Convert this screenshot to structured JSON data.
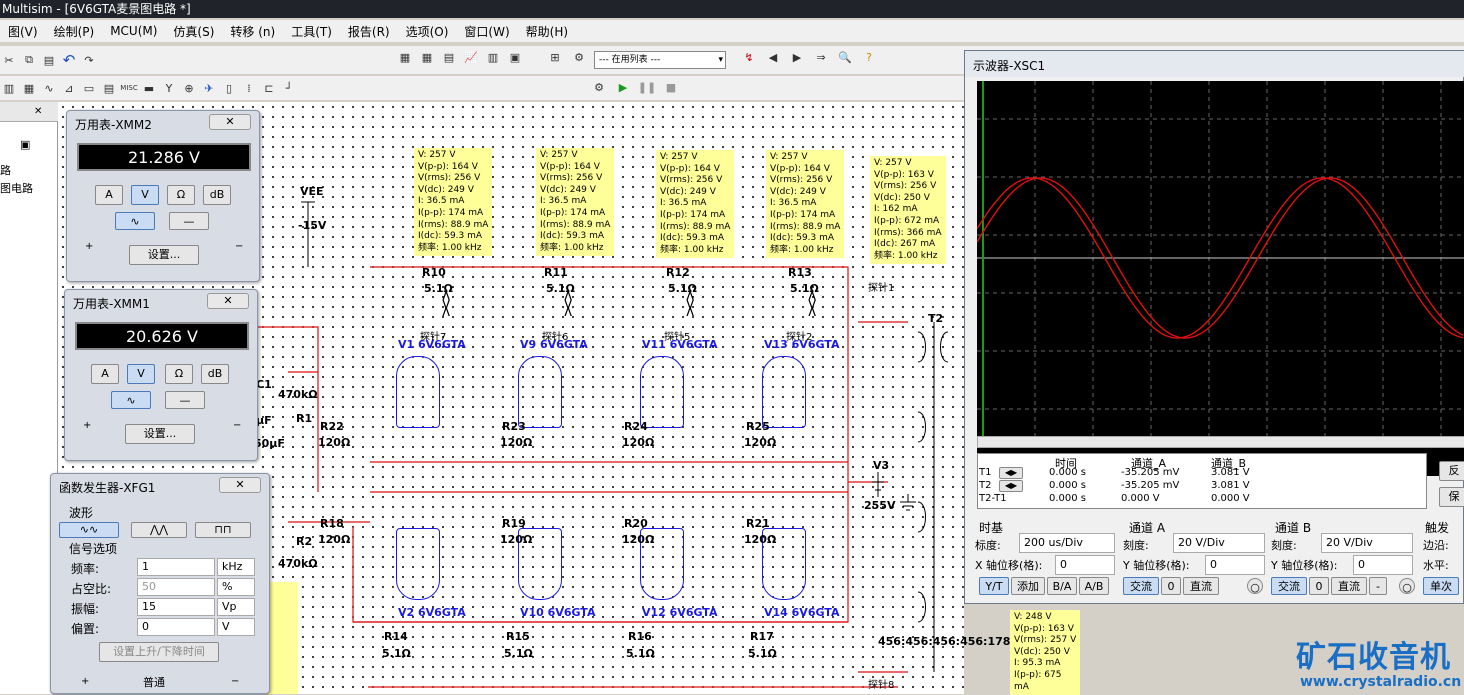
{
  "app_title": "Multisim - [6V6GTA麦景图电路 *]",
  "menu": [
    "图(V)",
    "绘制(P)",
    "MCU(M)",
    "仿真(S)",
    "转移 (n)",
    "工具(T)",
    "报告(R)",
    "选项(O)",
    "窗口(W)",
    "帮助(H)"
  ],
  "inuse_list": "--- 在用列表 ---",
  "left_panel": [
    "路",
    "图电路"
  ],
  "xmm2": {
    "title": "万用表-XMM2",
    "reading": "21.286 V",
    "modes": [
      "A",
      "V",
      "Ω",
      "dB"
    ],
    "settings": "设置..."
  },
  "xmm1": {
    "title": "万用表-XMM1",
    "reading": "20.626 V",
    "modes": [
      "A",
      "V",
      "Ω",
      "dB"
    ],
    "settings": "设置..."
  },
  "xfg1": {
    "title": "函数发生器-XFG1",
    "waveform_label": "波形",
    "signal_label": "信号选项",
    "fields": [
      {
        "label": "频率:",
        "value": "1",
        "unit": "kHz"
      },
      {
        "label": "占空比:",
        "value": "50",
        "unit": "%"
      },
      {
        "label": "振幅:",
        "value": "15",
        "unit": "Vp"
      },
      {
        "label": "偏置:",
        "value": "0",
        "unit": "V"
      }
    ],
    "rise_fall": "设置上升/下降时间",
    "common": "普通"
  },
  "schematic": {
    "vee": "VEE",
    "vee_val": "-15V",
    "probe_top": "V: 257 V\nV(p-p): 164 V\nV(rms): 256 V\nV(dc): 249 V\nI: 36.5 mA\nI(p-p): 174 mA\nI(rms): 88.9 mA\nI(dc): 59.3 mA\n频率: 1.00 kHz",
    "probe_1": "V: 257 V\nV(p-p): 163 V\nV(rms): 256 V\nV(dc): 250 V\nI: 162 mA\nI(p-p): 672 mA\nI(rms): 366 mA\nI(dc): 267 mA\n频率: 1.00 kHz",
    "probe_bottom": "V: 248 V\nV(p-p): 163 V\nV(rms): 257 V\nV(dc): 250 V\nI: 95.3 mA\nI(p-p): 675\nmA",
    "r_top": [
      "R10",
      "R11",
      "R12",
      "R13"
    ],
    "r_top_val": "5.1Ω",
    "probes_top": [
      "探针7",
      "探针6",
      "探针5",
      "探针2"
    ],
    "tubes_top": [
      "V1  6V6GTA",
      "V9  6V6GTA",
      "V11  6V6GTA",
      "V13  6V6GTA"
    ],
    "tubes_bot": [
      "V2  6V6GTA",
      "V10  6V6GTA",
      "V12  6V6GTA",
      "V14  6V6GTA"
    ],
    "r_mid_top": [
      "R22",
      "R23",
      "R24",
      "R25"
    ],
    "r_mid_bot": [
      "R18",
      "R19",
      "R20",
      "R21"
    ],
    "r_mid_val": "120Ω",
    "r_bot": [
      "R14",
      "R15",
      "R16",
      "R17"
    ],
    "r_bot_val": "5.1Ω",
    "r1": "R1",
    "r2": "R2",
    "r1_val": "470kΩ",
    "r2_val": "470kΩ",
    "c1": "C1",
    "cap_val": "μF",
    "cap_val2": "50μF",
    "v3": "V3",
    "v3_val": "255V",
    "t2": "T2",
    "ratio": "456:456:456:456:178",
    "probe1": "探针1",
    "probe8": "探针8"
  },
  "scope": {
    "title": "示波器-XSC1",
    "table_head": [
      "时间",
      "通道_A",
      "通道_B"
    ],
    "rows": [
      {
        "label": "T1",
        "t": "0.000 s",
        "a": "-35.205 mV",
        "b": "3.081 V"
      },
      {
        "label": "T2",
        "t": "0.000 s",
        "a": "-35.205 mV",
        "b": "3.081 V"
      },
      {
        "label": "T2-T1",
        "t": "0.000 s",
        "a": "0.000 V",
        "b": "0.000 V"
      }
    ],
    "timebase": "时基",
    "scale_l": "标度:",
    "timebase_val": "200 us/Div",
    "xpos_l": "X 轴位移(格):",
    "xpos": "0",
    "cha": "通道 A",
    "chb": "通道 B",
    "scale2": "刻度:",
    "cha_scale": "20  V/Div",
    "chb_scale": "20  V/Div",
    "ypos_l": "Y 轴位移(格):",
    "ypos": "0",
    "trigger": "触发",
    "edge": "边沿:",
    "level": "水平:",
    "btns_t": [
      "Y/T",
      "添加",
      "B/A",
      "A/B"
    ],
    "btns_a": [
      "交流",
      "0",
      "直流"
    ],
    "btns_b": [
      "交流",
      "0",
      "直流",
      "-"
    ],
    "single": "单次",
    "rev": "反",
    "save": "保"
  },
  "watermark": {
    "cn": "矿石收音机",
    "url": "www.crystalradio.cn"
  }
}
